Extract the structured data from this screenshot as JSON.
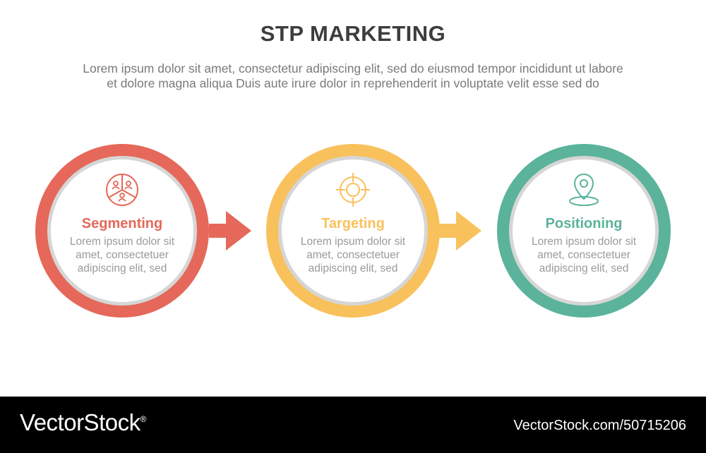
{
  "header": {
    "title": "STP MARKETING",
    "subtitle_lines": [
      "Lorem ipsum dolor sit amet, consectetur adipiscing elit, sed do eiusmod tempor incididunt ut labore",
      "et dolore magna aliqua Duis aute irure dolor in reprehenderit in voluptate velit esse sed do"
    ]
  },
  "stages": [
    {
      "title": "Segmenting",
      "desc_lines": [
        "Lorem ipsum dolor sit",
        "amet, consectetuer",
        "adipiscing elit, sed"
      ],
      "color": "#e5685a",
      "icon": "people-segments-icon"
    },
    {
      "title": "Targeting",
      "desc_lines": [
        "Lorem ipsum dolor sit",
        "amet, consectetuer",
        "adipiscing elit, sed"
      ],
      "color": "#f8c15c",
      "icon": "crosshair-target-icon"
    },
    {
      "title": "Positioning",
      "desc_lines": [
        "Lorem ipsum dolor sit",
        "amet, consectetuer",
        "adipiscing elit, sed"
      ],
      "color": "#5ab39a",
      "icon": "location-pin-icon"
    }
  ],
  "footer": {
    "brand": "VectorStock",
    "brand_mark": "®",
    "stock_id": "VectorStock.com/50715206"
  }
}
